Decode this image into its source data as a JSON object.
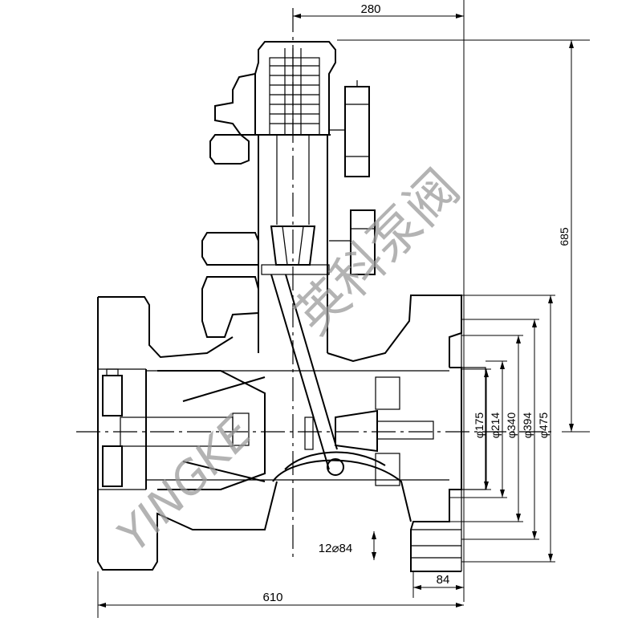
{
  "drawing": {
    "dimensions": {
      "top_width": "280",
      "height": "685",
      "overall_width": "610",
      "flange_thickness": "84",
      "bolt_holes": "12⌀84",
      "diam_175": "φ175",
      "diam_214": "φ214",
      "diam_340": "φ340",
      "diam_394": "φ394",
      "diam_475": "φ475"
    },
    "watermark": {
      "text_cn": "英科泵阀",
      "text_en": "YINGKE"
    }
  }
}
